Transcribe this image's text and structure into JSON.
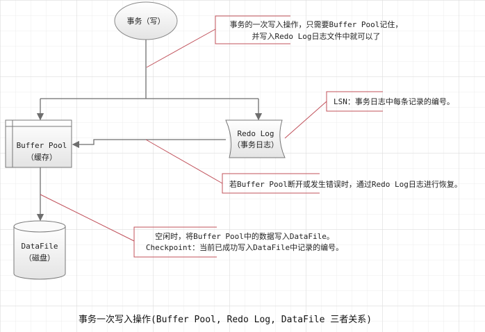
{
  "nodes": {
    "transaction": "事务（写）",
    "buffer_pool": {
      "line1": "Buffer Pool",
      "line2": "（缓存）"
    },
    "redo_log": {
      "line1": "Redo Log",
      "line2": "（事务日志）"
    },
    "datafile": {
      "line1": "DataFile",
      "line2": "（磁盘）"
    }
  },
  "notes": {
    "write_op": {
      "line1": "事务的一次写入操作，只需要Buffer Pool记住，",
      "line2": "并写入Redo Log日志文件中就可以了"
    },
    "lsn": "LSN：事务日志中每条记录的编号。",
    "recovery": "若Buffer Pool断开或发生错误时，通过Redo Log日志进行恢复。",
    "checkpoint": {
      "line1": "空闲时，将Buffer Pool中的数据写入DataFile。",
      "line2": "Checkpoint：当前已成功写入DataFile中记录的编号。"
    }
  },
  "caption": "事务一次写入操作(Buffer Pool, Redo Log, DataFile 三者关系)",
  "colors": {
    "line": "#6e6e6e",
    "note": "#c0505a",
    "grid": "#e6e6e6"
  }
}
